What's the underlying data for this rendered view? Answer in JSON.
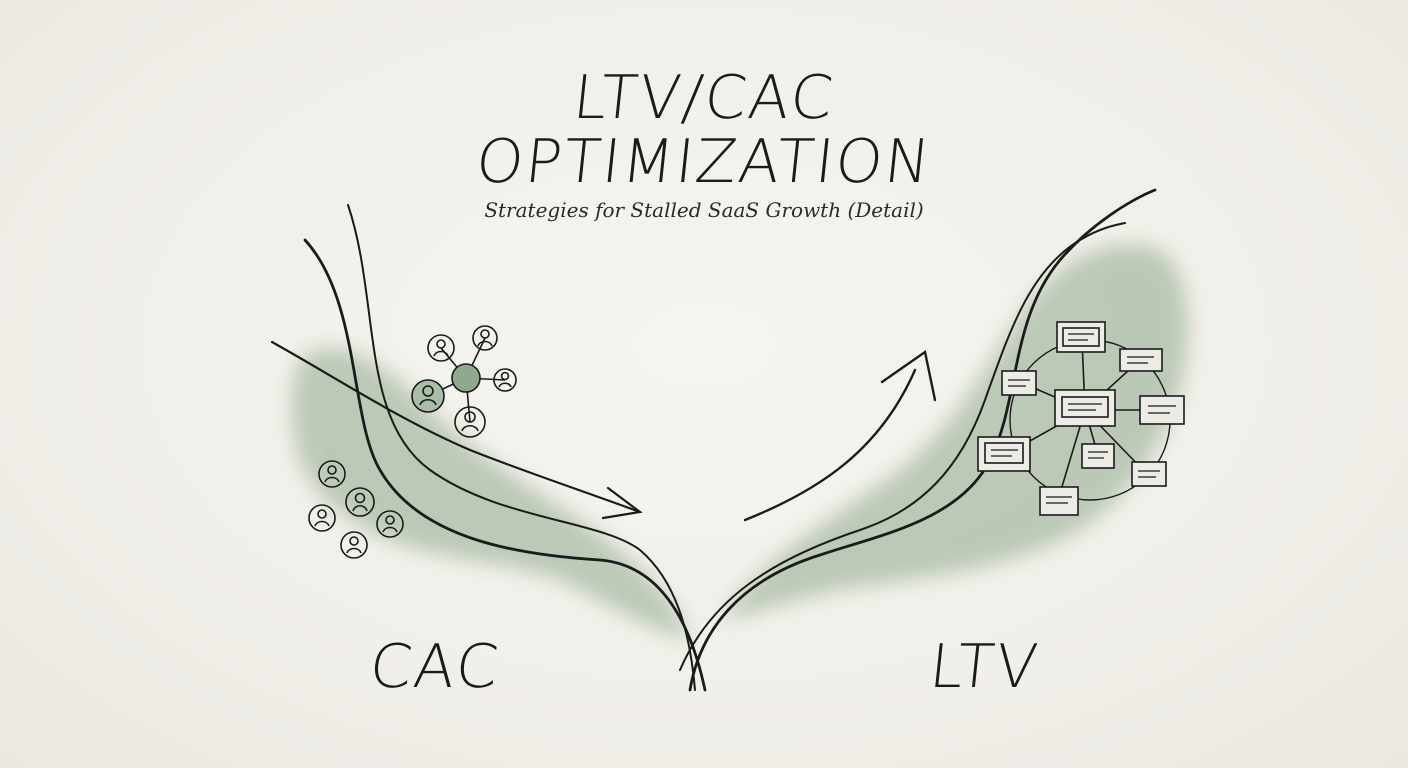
{
  "title": {
    "line1": "LTV/CAC",
    "line2": "OPTIMIZATION"
  },
  "subtitle": "Strategies for Stalled SaaS Growth (Detail)",
  "labels": {
    "left": "CAC",
    "right": "LTV"
  },
  "colors": {
    "paper": "#f2f0ea",
    "ink": "#1b1b1b",
    "wash": "#8fa98c"
  },
  "icons": {
    "left_cluster": "people-network-icon",
    "left_group": "people-group-icon",
    "right_cluster": "document-network-icon",
    "left_arrow": "arrow-down-right-icon",
    "right_arrow": "arrow-up-right-icon"
  }
}
